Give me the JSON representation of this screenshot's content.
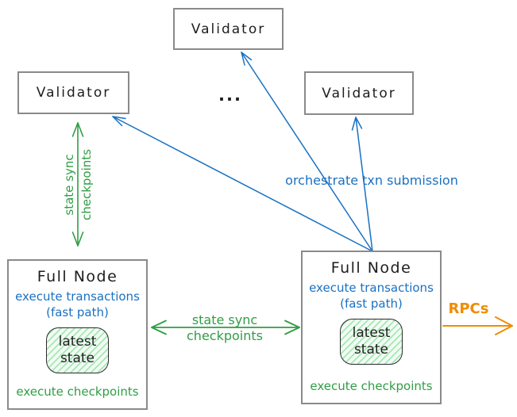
{
  "diagram": {
    "validator_left": {
      "label": "Validator"
    },
    "validator_middle": {
      "label": "Validator"
    },
    "validator_right": {
      "label": "Validator"
    },
    "ellipsis": "...",
    "full_node_left": {
      "title": "Full Node",
      "exec_line1": "execute transactions",
      "exec_line2": "(fast path)",
      "state_line1": "latest",
      "state_line2": "state",
      "footer": "execute checkpoints"
    },
    "full_node_right": {
      "title": "Full Node",
      "exec_line1": "execute transactions",
      "exec_line2": "(fast path)",
      "state_line1": "latest",
      "state_line2": "state",
      "footer": "execute checkpoints"
    },
    "edges": {
      "state_sync_vertical": {
        "line1": "state sync",
        "line2": "checkpoints"
      },
      "state_sync_horizontal": {
        "line1": "state sync",
        "line2": "checkpoints"
      },
      "orchestrate": {
        "label": "orchestrate txn submission"
      },
      "rpcs": {
        "label": "RPCs"
      }
    },
    "colors": {
      "green": "#2f9e44",
      "blue": "#1971c2",
      "orange": "#f08c00",
      "ink": "#1e1e1e",
      "box_border": "#8a8a8a",
      "state_fill": "#f2fbf4",
      "state_hatch": "#a6e8b4"
    }
  }
}
